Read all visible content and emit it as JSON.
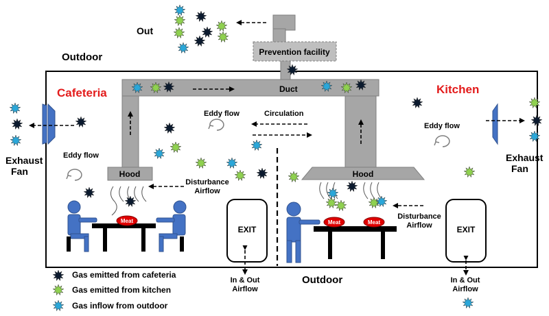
{
  "labels": {
    "out": "Out",
    "outdoor_top": "Outdoor",
    "outdoor_bottom": "Outdoor",
    "prevention_facility": "Prevention facility",
    "duct": "Duct",
    "cafeteria": "Cafeteria",
    "kitchen": "Kitchen",
    "eddy_flow_center": "Eddy flow",
    "eddy_flow_left": "Eddy flow",
    "eddy_flow_right": "Eddy flow",
    "circulation": "Circulation",
    "hood_left": "Hood",
    "hood_right": "Hood",
    "disturbance_left_1": "Disturbance",
    "disturbance_left_2": "Airflow",
    "disturbance_right_1": "Disturbance",
    "disturbance_right_2": "Airflow",
    "meat": "Meat",
    "exit_left": "EXIT",
    "exit_right": "EXIT",
    "in_out_1": "In & Out",
    "in_out_2": "Airflow",
    "exhaust_1": "Exhaust",
    "exhaust_2": "Fan"
  },
  "legend": [
    {
      "label": "Gas emitted from cafeteria",
      "color": "#0b1a2e"
    },
    {
      "label": "Gas emitted from kitchen",
      "color": "#8fd14f"
    },
    {
      "label": "Gas inflow from outdoor",
      "color": "#2aa7d9"
    }
  ],
  "colors": {
    "title_red": "#e31b1b",
    "structure_gray": "#a6a6a6",
    "structure_border": "#7f7f7f",
    "fan_blue": "#4472c4",
    "person_blue": "#4472c4",
    "meat_red": "#e00000"
  }
}
